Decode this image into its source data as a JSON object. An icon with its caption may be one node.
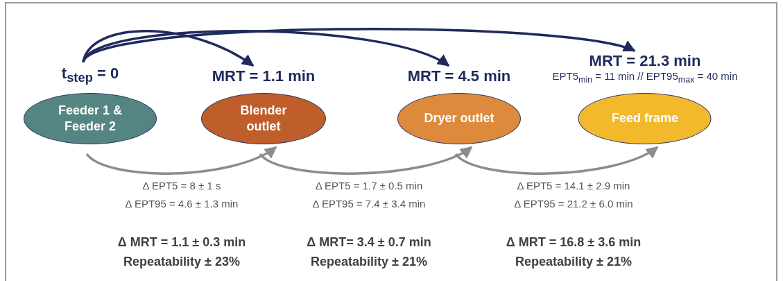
{
  "diagram": {
    "nodes": [
      {
        "text": [
          "t$_{step}$ = 0",
          "Feeder 1 & Feeder 2"
        ]
      },
      {
        "text": [
          "MRT = 1.1 min",
          "Blender outlet"
        ]
      },
      {
        "text": [
          "MRT = 4.5 min",
          "Dryer outlet"
        ]
      },
      {
        "text": [
          "MRT = 21.3 min",
          "EPT5$_{min}$ = 11 min // EPT95$_{max}$ = 40 min",
          "Feed frame"
        ]
      }
    ],
    "edges": [
      {
        "from": 0,
        "to": 1,
        "arrow": "to",
        "color": "#1f2a5c"
      },
      {
        "from": 0,
        "to": 2,
        "arrow": "to",
        "color": "#1f2a5c"
      },
      {
        "from": 0,
        "to": 3,
        "arrow": "to",
        "color": "#1f2a5c"
      },
      {
        "from": 0,
        "to": 1,
        "arrow": "to",
        "color": "#8c8c8c"
      },
      {
        "from": 1,
        "to": 2,
        "arrow": "to",
        "color": "#8c8c8c"
      },
      {
        "from": 2,
        "to": 3,
        "arrow": "to",
        "color": "#8c8c8c"
      }
    ],
    "labels": [
      "Δ EPT5 = 8 ± 1 s",
      "Δ EPT5 = 1.7 ± 0.5 min",
      "Δ EPT5 = 14.1 ± 2.9 min",
      "Δ EPT95 =  4.6 ± 1.3 min",
      "Δ EPT95 =  7.4 ± 3.4 min",
      "Δ EPT95 =  21.2 ± 6.0 min",
      "Δ MRT = 1.1 ± 0.3 min",
      "Δ MRT= 3.4 ± 0.7 min",
      "Δ MRT = 16.8 ± 3.6 min",
      "Repeatability ± 23%",
      "Repeatability ± 21%",
      "Repeatability ± 21%"
    ]
  }
}
